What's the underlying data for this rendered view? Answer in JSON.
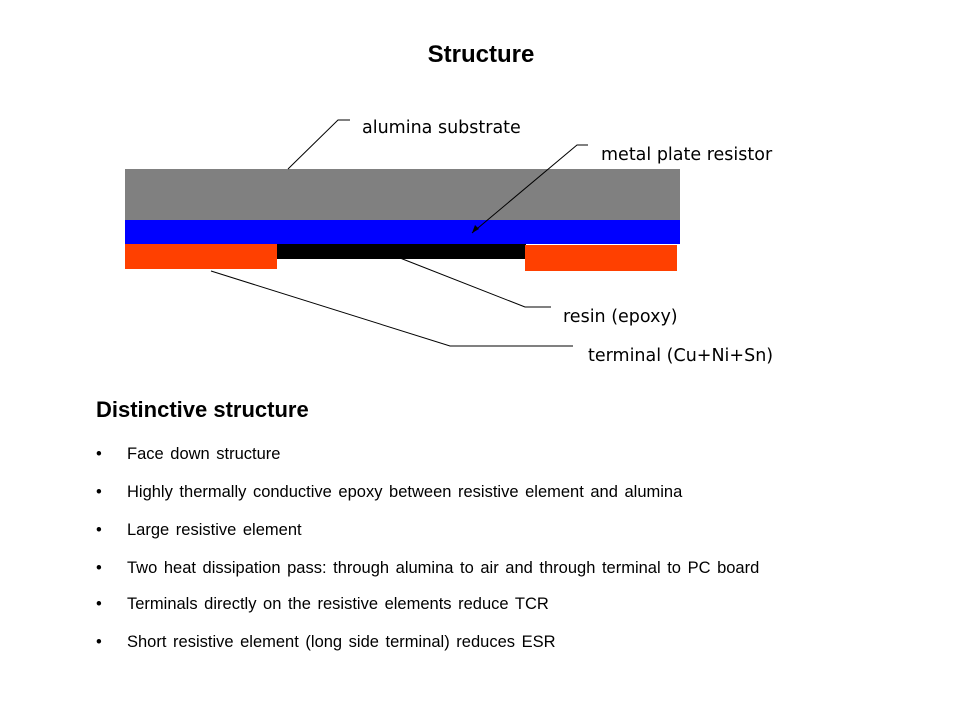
{
  "slide": {
    "title": "Structure"
  },
  "diagram": {
    "labels": {
      "alumina_substrate": "alumina substrate",
      "metal_plate_resistor": "metal plate resistor",
      "resin_epoxy": "resin (epoxy)",
      "terminal": "terminal (Cu+Ni+Sn)"
    },
    "colors": {
      "alumina": "#808080",
      "resistor": "#0000ff",
      "resin": "#000000",
      "terminal": "#ff4000"
    }
  },
  "section": {
    "heading": "Distinctive structure",
    "bullet_glyph": "•",
    "bullets": [
      "Face down structure",
      "Highly thermally conductive epoxy between resistive element and alumina",
      "Large resistive element",
      "Two heat dissipation pass: through alumina to air and through terminal to PC board",
      "Terminals directly on the resistive elements reduce TCR",
      "Short resistive element (long side terminal) reduces ESR"
    ]
  }
}
